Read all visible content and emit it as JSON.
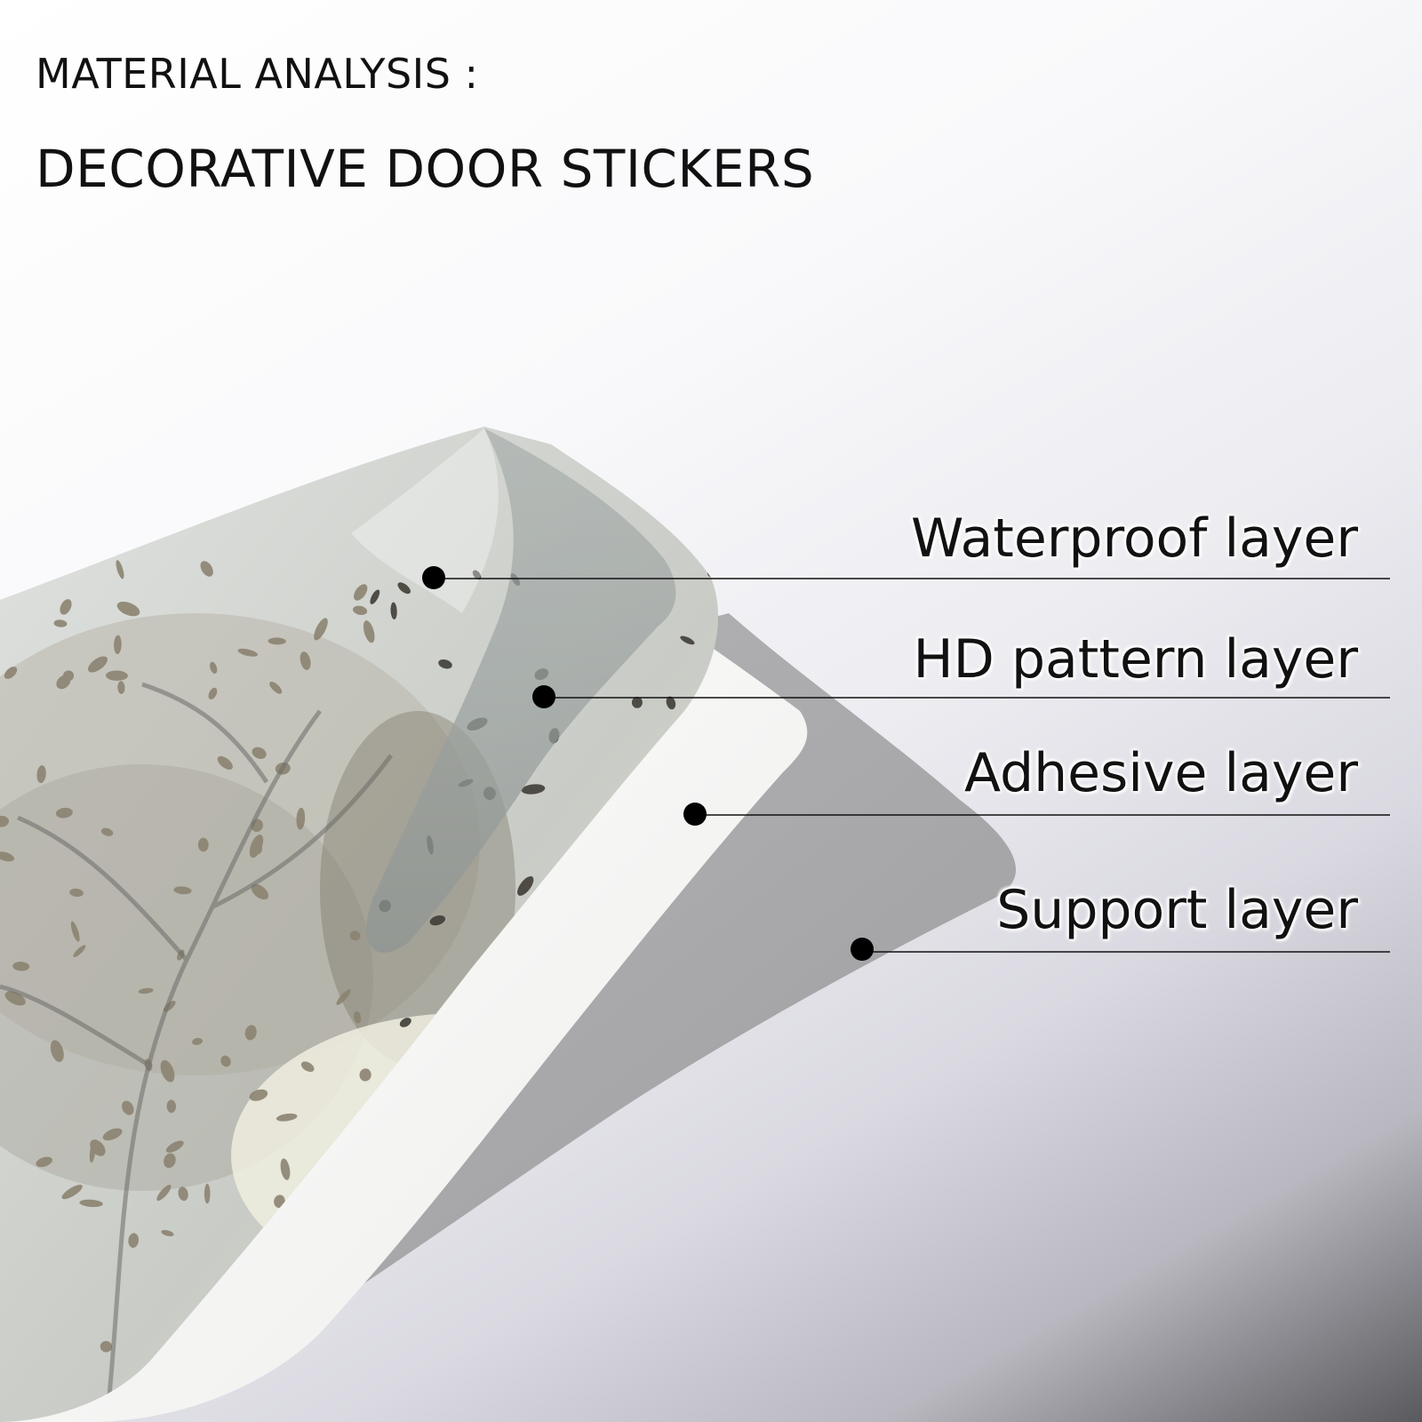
{
  "header": {
    "line1": "MATERIAL ANALYSIS :",
    "line2": "DECORATIVE DOOR STICKERS"
  },
  "layers": [
    {
      "label": "Waterproof layer"
    },
    {
      "label": "HD pattern layer"
    },
    {
      "label": "Adhesive layer"
    },
    {
      "label": "Support layer"
    }
  ],
  "colors": {
    "text": "#111111",
    "marker": "#000000",
    "support_layer": "#a9a9ab",
    "adhesive_layer": "#f4f4f2",
    "pattern_layer": "#c8cbc6",
    "waterproof_layer": "#9fa5a3"
  }
}
